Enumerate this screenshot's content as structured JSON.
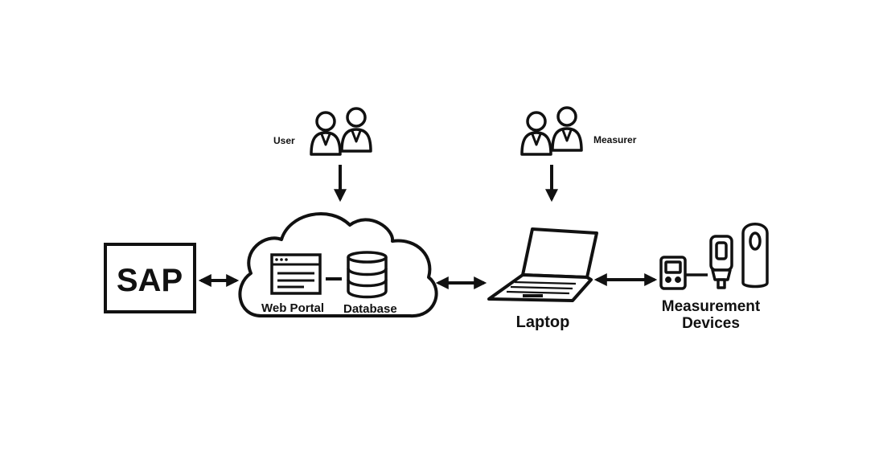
{
  "actors": {
    "user": "User",
    "measurer": "Measurer"
  },
  "nodes": {
    "sap": "SAP",
    "web_portal": "Web Portal",
    "database": "Database",
    "laptop": "Laptop",
    "devices_line1": "Measurement",
    "devices_line2": "Devices"
  },
  "colors": {
    "ink": "#111111",
    "background": "#ffffff"
  }
}
